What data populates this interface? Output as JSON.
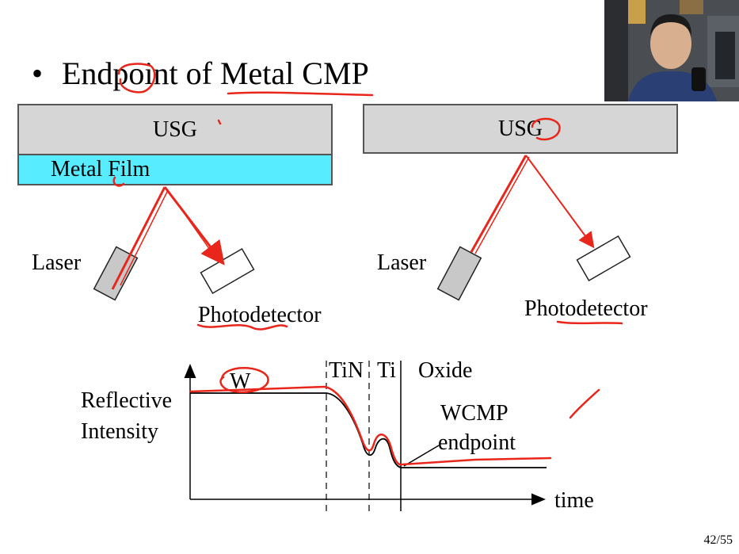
{
  "slide": {
    "title_bullet": "•",
    "title": "Endpoint of Metal CMP",
    "page_number": "42/55"
  },
  "left_diagram": {
    "top_layer": "USG",
    "film_layer": "Metal Film",
    "source_label": "Laser",
    "detector_label": "Photodetector"
  },
  "right_diagram": {
    "top_layer": "USG",
    "source_label": "Laser",
    "detector_label": "Photodetector"
  },
  "graph": {
    "ylabel_line1": "Reflective",
    "ylabel_line2": "Intensity",
    "xlabel": "time",
    "region_w": "W",
    "region_tin": "TiN",
    "region_ti": "Ti",
    "region_oxide": "Oxide",
    "endpoint_line1": "WCMP",
    "endpoint_line2": "endpoint"
  },
  "colors": {
    "usg_fill": "#d6d6d6",
    "metal_film_fill": "#57ecff",
    "laser_fill": "#c8c8c8",
    "annotation_red": "#e8261b"
  }
}
